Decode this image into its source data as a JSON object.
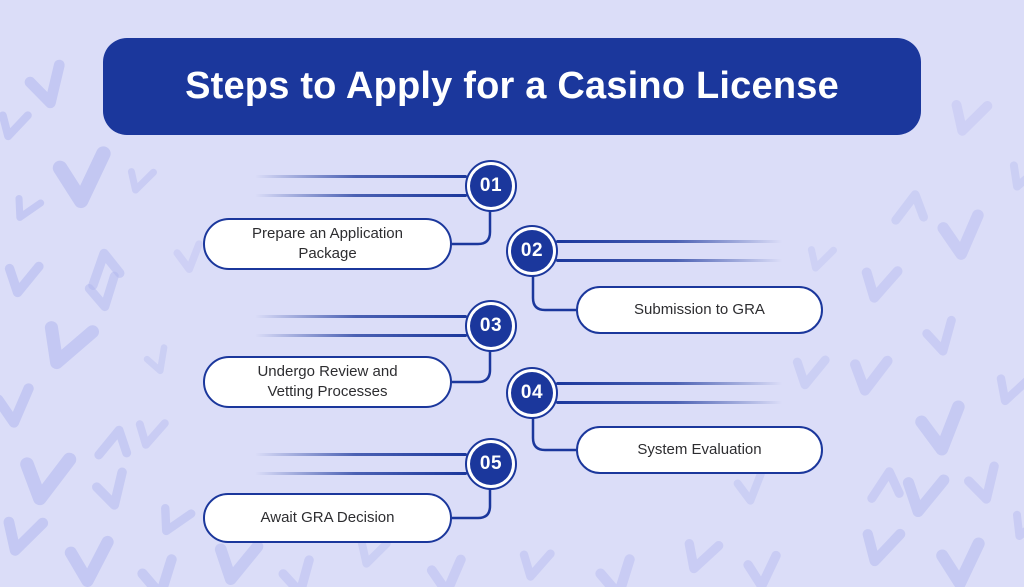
{
  "title": "Steps to Apply for a Casino License",
  "steps": [
    {
      "number": "01",
      "label": "Prepare an Application Package"
    },
    {
      "number": "02",
      "label": "Submission to GRA"
    },
    {
      "number": "03",
      "label": "Undergo Review and Vetting Processes"
    },
    {
      "number": "04",
      "label": "System Evaluation"
    },
    {
      "number": "05",
      "label": "Await GRA Decision"
    }
  ],
  "colors": {
    "primary": "#1b379c",
    "background": "#dbddf8",
    "pattern": "#aeb4ed",
    "pill_background": "#ffffff",
    "label_text": "#2d2d30",
    "title_text": "#ffffff"
  }
}
